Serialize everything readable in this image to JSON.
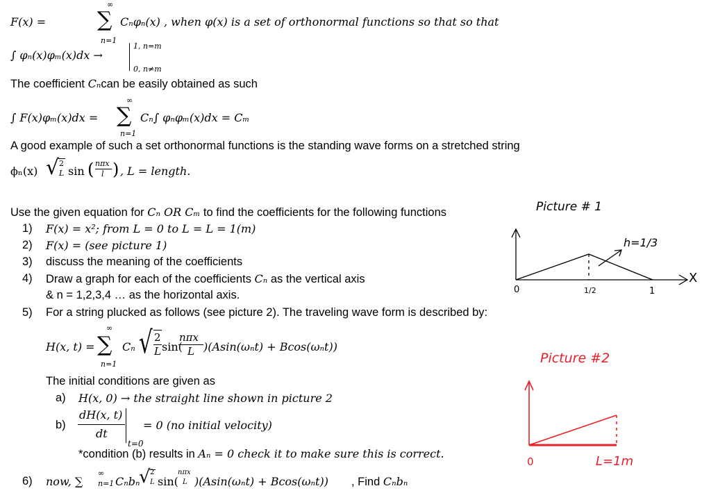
{
  "intro": {
    "eq1": "F(x) = ∑ Cₙφₙ(x) , when φ(x) is a set of orthonormal functions so that so that",
    "eq1_lhs": "F(x) =",
    "eq1_rhs": "Cₙφₙ(x) , when φ(x) is a set of orthonormal functions so that so that",
    "sum_upper": "∞",
    "sum_lower": "n=1",
    "eq2_lhs": "∫ φₙ(x)φₘ(x)dx →",
    "eq2_case1": "1,  n=m",
    "eq2_case2": "0,  n≠m",
    "coef_text_a": "The coefficient ",
    "coef_sym": "Cₙ",
    "coef_text_b": "can be easily obtained as such",
    "eq3_lhs": "∫ F(x)φₘ(x)dx =",
    "eq3_rhs": "Cₙ∫ φₙφₘ(x)dx = Cₘ",
    "example_text": "A good example of such a set orthonormal functions is the standing wave forms on a stretched string",
    "eq4_a": "ϕₙ(x)",
    "eq4_frac_num": "2",
    "eq4_frac_den": "L",
    "eq4_sin": "sin",
    "eq4_arg_num": "nπx",
    "eq4_arg_den": "l",
    "eq4_b": ", L = length."
  },
  "task": {
    "lead_a": "Use the given equation for ",
    "lead_sym": "Cₙ OR Cₘ",
    "lead_b": " to find the coefficients for the following functions",
    "items": [
      {
        "num": "1)",
        "text": "F(x) = x²; from L = 0 to L = L = 1(m)"
      },
      {
        "num": "2)",
        "text": "F(x) = (see picture 1)"
      },
      {
        "num": "3)",
        "text": "discuss the meaning of the coefficients"
      },
      {
        "num": "4)",
        "text_a": "Draw a graph for each of the coefficients ",
        "sym": "Cₙ",
        "text_b": " as the vertical axis"
      },
      {
        "num": "5)",
        "text": "For a string plucked as follows (see picture 2). The traveling wave form is described by:"
      },
      {
        "num": "6)",
        "text_a": "now, ∑",
        "sup": "∞",
        "sub": "n=1",
        "text_b": "Cₙbₙ",
        "frac_num": "2",
        "frac_den": "L",
        "sin": "sin(",
        "arg_num": "nπx",
        "arg_den": "L",
        "text_c": ")(Asin(ωₙt) + Bcos(ωₙt))",
        "text_d": " , Find ",
        "sym": "Cₙbₙ"
      }
    ],
    "item4_cont_a": "& n = ",
    "item4_cont_b": "1,2,3,4 …",
    "item4_cont_c": " as the horizontal axis.",
    "h_lhs": "H(x, t) =",
    "h_cn": "Cₙ",
    "h_frac_num": "2",
    "h_frac_den": "L",
    "h_sin": "sin(",
    "h_arg_num": "nπx",
    "h_arg_den": "L",
    "h_rest": ")(Asin(ωₙt) + Bcos(ωₙt))",
    "initial_text": "The initial conditions are given as",
    "cond_a_label": "a)",
    "cond_a": "H(x, 0) → the straight line shown in picture 2",
    "cond_b_label": "b)",
    "cond_b_num": "dH(x, t)",
    "cond_b_den": "dt",
    "cond_b_sub": "t=0",
    "cond_b_rhs": "= 0 (no initial velocity)",
    "note_a": "*condition (b) results in ",
    "note_b": "Aₙ = 0 check it to make sure this is correct."
  },
  "picture1": {
    "title": "Picture # 1",
    "h_label": "h=1/3",
    "axis_x": "X",
    "tick_0": "0",
    "tick_half": "1/2",
    "tick_1": "1",
    "color": "#000000"
  },
  "picture2": {
    "title": "Picture #2",
    "tick_0": "0",
    "tick_L": "L=1m",
    "color": "#e8202a"
  }
}
